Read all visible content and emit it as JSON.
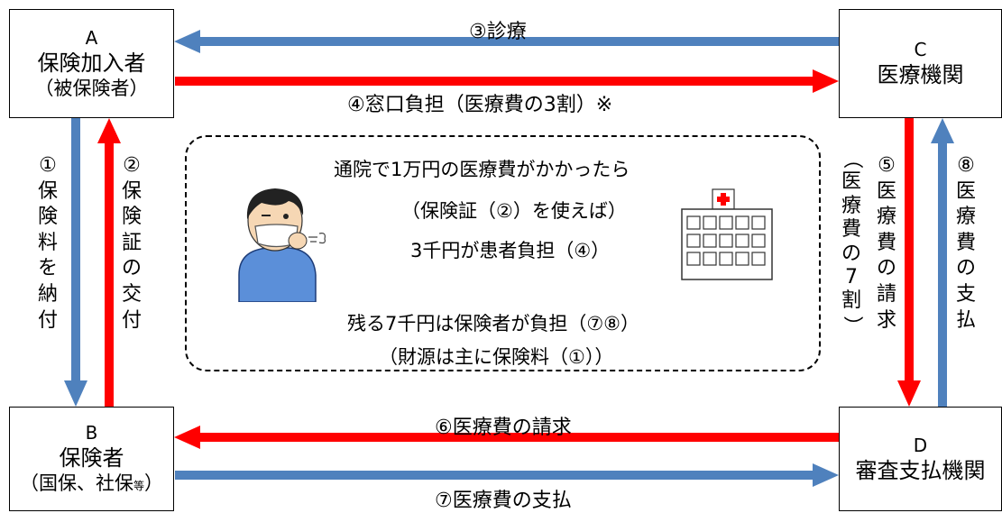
{
  "colors": {
    "red_arrow": "#ff0000",
    "blue_arrow": "#4f81bd",
    "border": "#000000"
  },
  "nodes": {
    "a": {
      "letter": "A",
      "name": "保険加入者",
      "sub": "（被保険者）"
    },
    "b": {
      "letter": "B",
      "name": "保険者",
      "sub_main": "（国保、社保",
      "sub_small": "等",
      "sub_end": "）"
    },
    "c": {
      "letter": "C",
      "name": "医療機関"
    },
    "d": {
      "letter": "D",
      "name": "審査支払機関"
    }
  },
  "edges": {
    "e3": "③診療",
    "e4": "④窓口負担（医療費の3割）※",
    "e6": "⑥医療費の請求",
    "e7": "⑦医療費の支払",
    "e1": [
      "①",
      "保",
      "険",
      "料",
      "を",
      "納",
      "付"
    ],
    "e2": [
      "②",
      "保",
      "険",
      "証",
      "の",
      "交",
      "付"
    ],
    "e5a": [
      "⑤",
      "医",
      "療",
      "費",
      "の",
      "請",
      "求"
    ],
    "e5b": [
      "（",
      "医",
      "療",
      "費",
      "の",
      "7",
      "割",
      "）"
    ],
    "e8": [
      "⑧",
      "医",
      "療",
      "費",
      "の",
      "支",
      "払"
    ]
  },
  "center": {
    "line1": "通院で1万円の医療費がかかったら",
    "line2": "（保険証（②）を使えば）",
    "line3": "3千円が患者負担（④）",
    "line4": "残る7千円は保険者が負担（⑦⑧）",
    "line5": "（財源は主に保険料（①））"
  }
}
